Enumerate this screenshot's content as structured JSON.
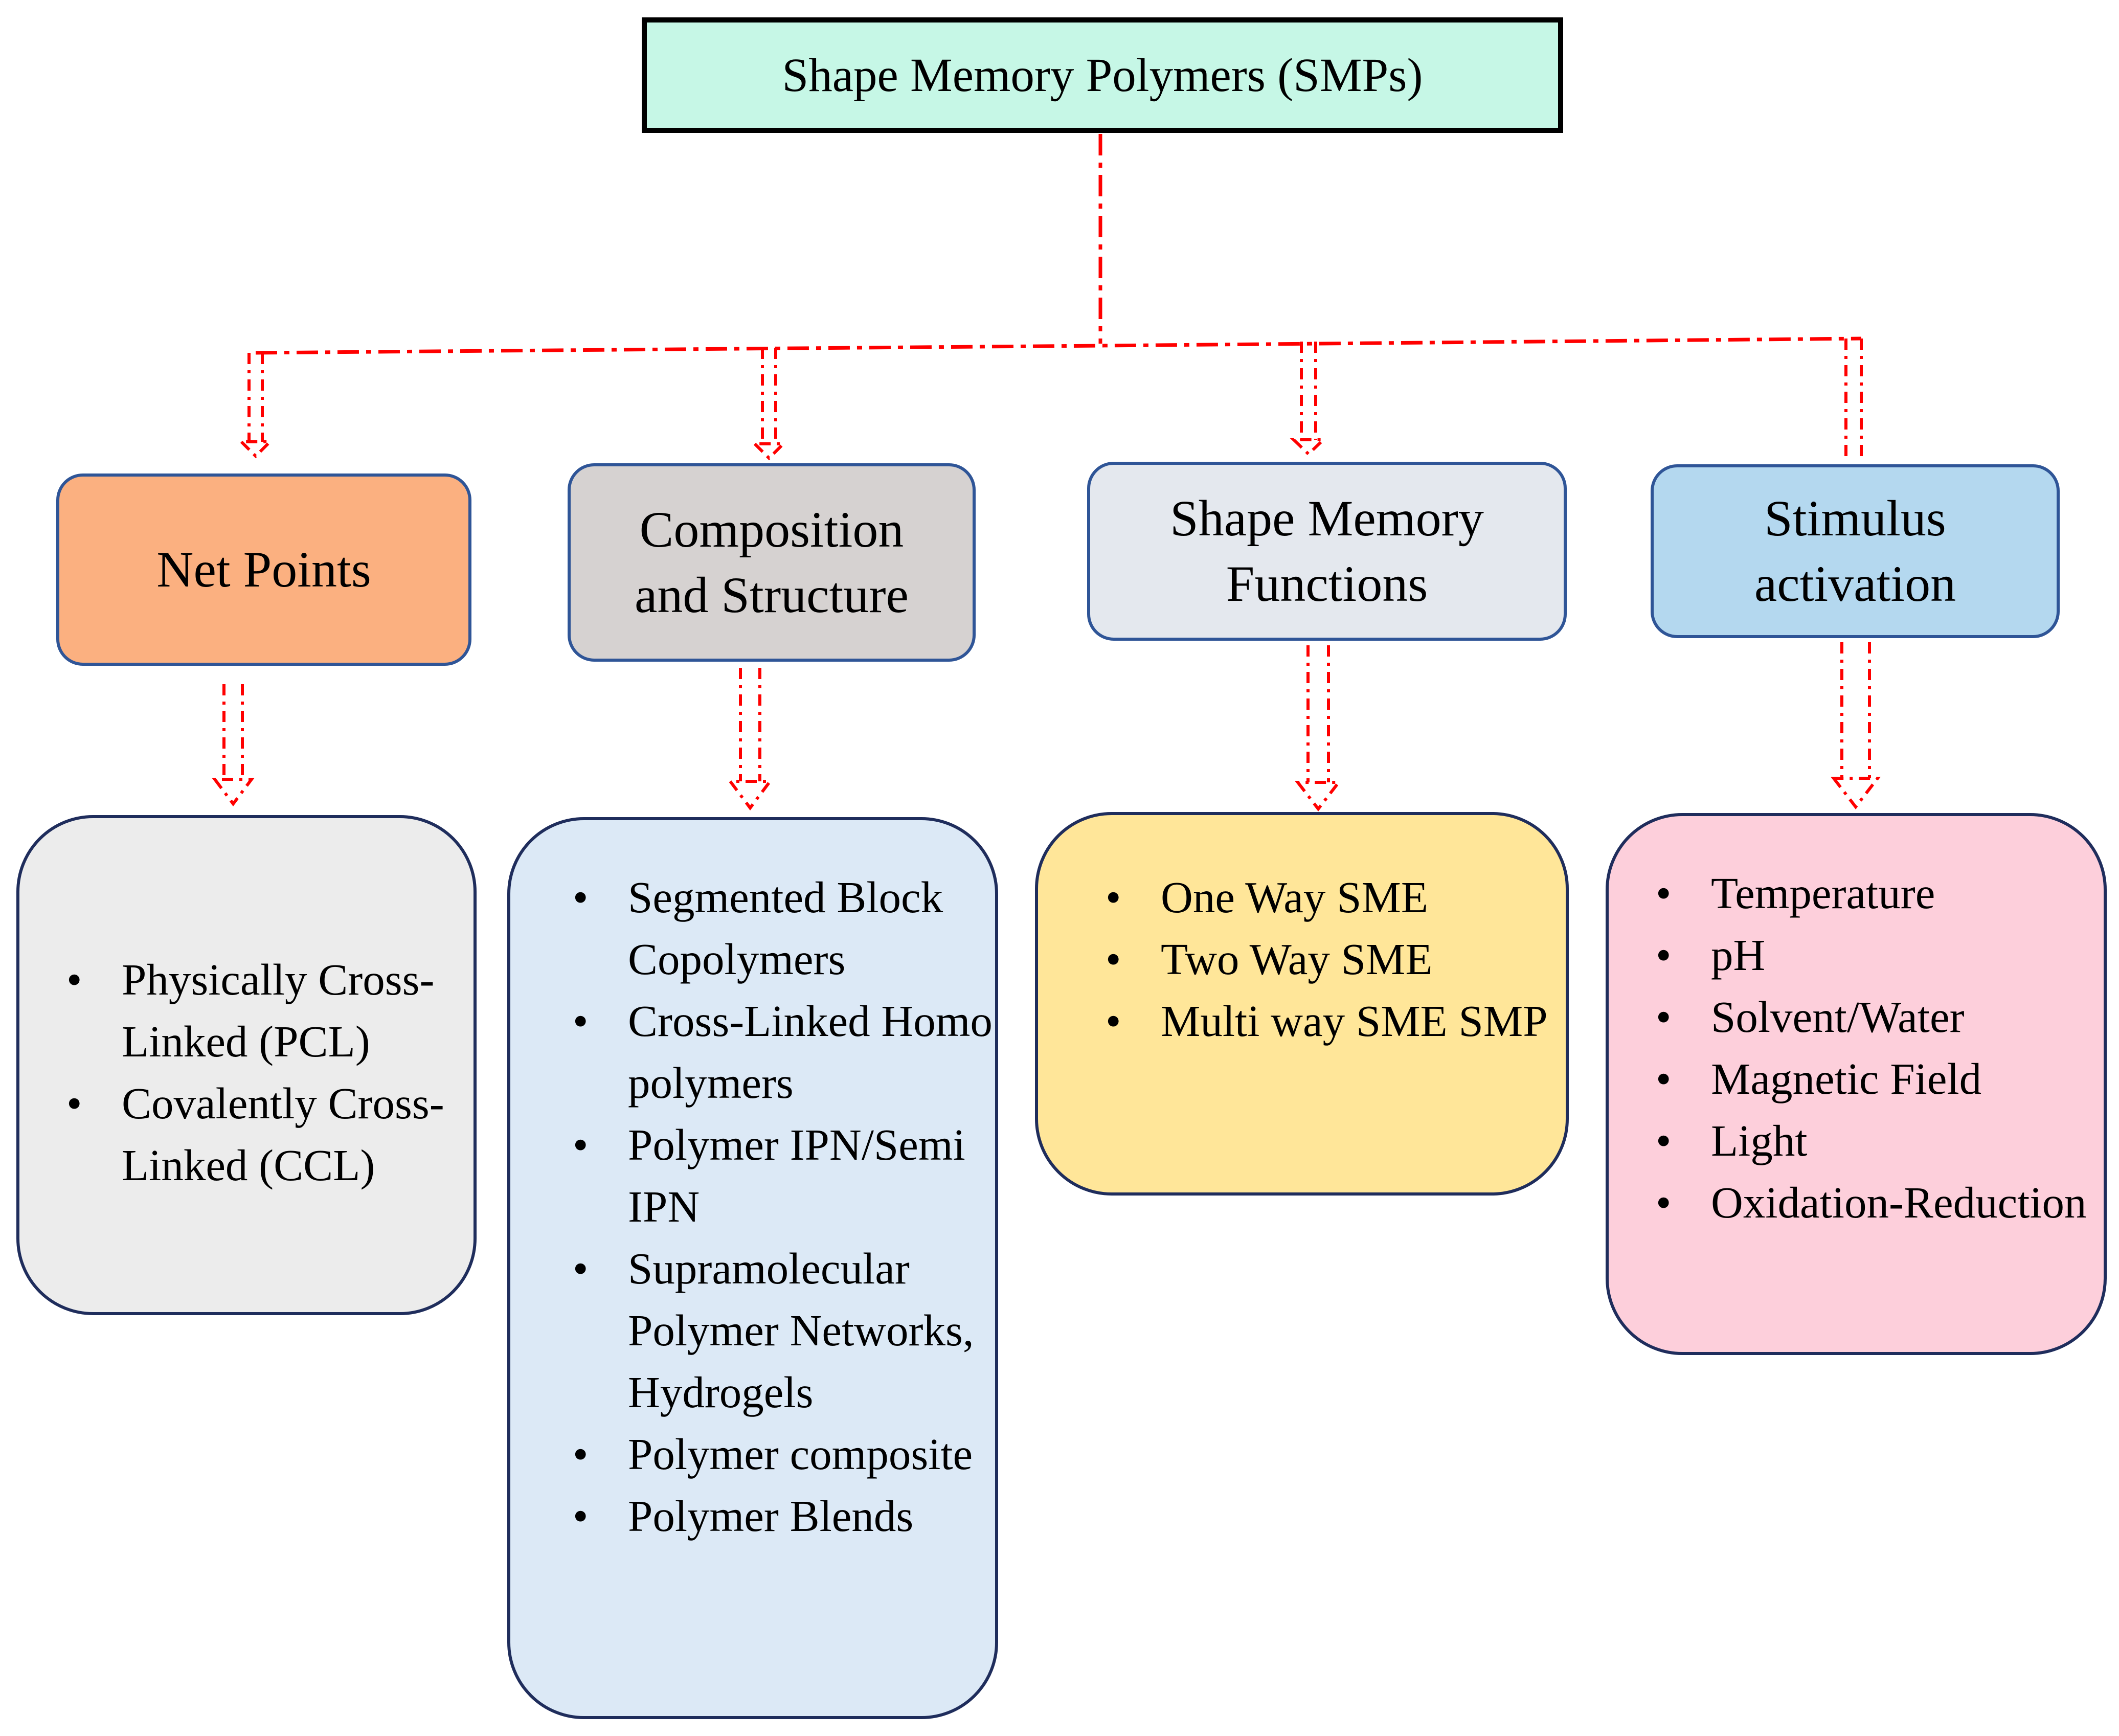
{
  "root": {
    "title": "Shape Memory Polymers (SMPs)"
  },
  "categories": [
    {
      "title_lines": [
        "Net Points"
      ],
      "fill": "#fbb080"
    },
    {
      "title_lines": [
        "Composition",
        "and Structure"
      ],
      "fill": "#d6d2d1"
    },
    {
      "title_lines": [
        "Shape Memory",
        "Functions"
      ],
      "fill": "#e4e8ee"
    },
    {
      "title_lines": [
        "Stimulus",
        "activation"
      ],
      "fill": "#b4d8ef"
    }
  ],
  "lists": [
    {
      "fill": "#ececec",
      "items": [
        "Physically Cross-Linked (PCL)",
        "Covalently Cross-Linked (CCL)"
      ]
    },
    {
      "fill": "#dce9f6",
      "items": [
        "Segmented Block Copolymers",
        "Cross-Linked Homo polymers",
        "Polymer IPN/Semi IPN",
        "Supramolecular Polymer Networks, Hydrogels",
        "Polymer composite",
        "Polymer Blends"
      ]
    },
    {
      "fill": "#ffe699",
      "items": [
        "One Way SME",
        "Two Way SME",
        "Multi way SME SMP"
      ]
    },
    {
      "fill": "#fdcfdb",
      "items": [
        "Temperature",
        "pH",
        "Solvent/Water",
        "Magnetic Field",
        "Light",
        "Oxidation-Reduction"
      ]
    }
  ],
  "colors": {
    "connector": "#ff0000",
    "root_fill": "#c6f7e6"
  }
}
